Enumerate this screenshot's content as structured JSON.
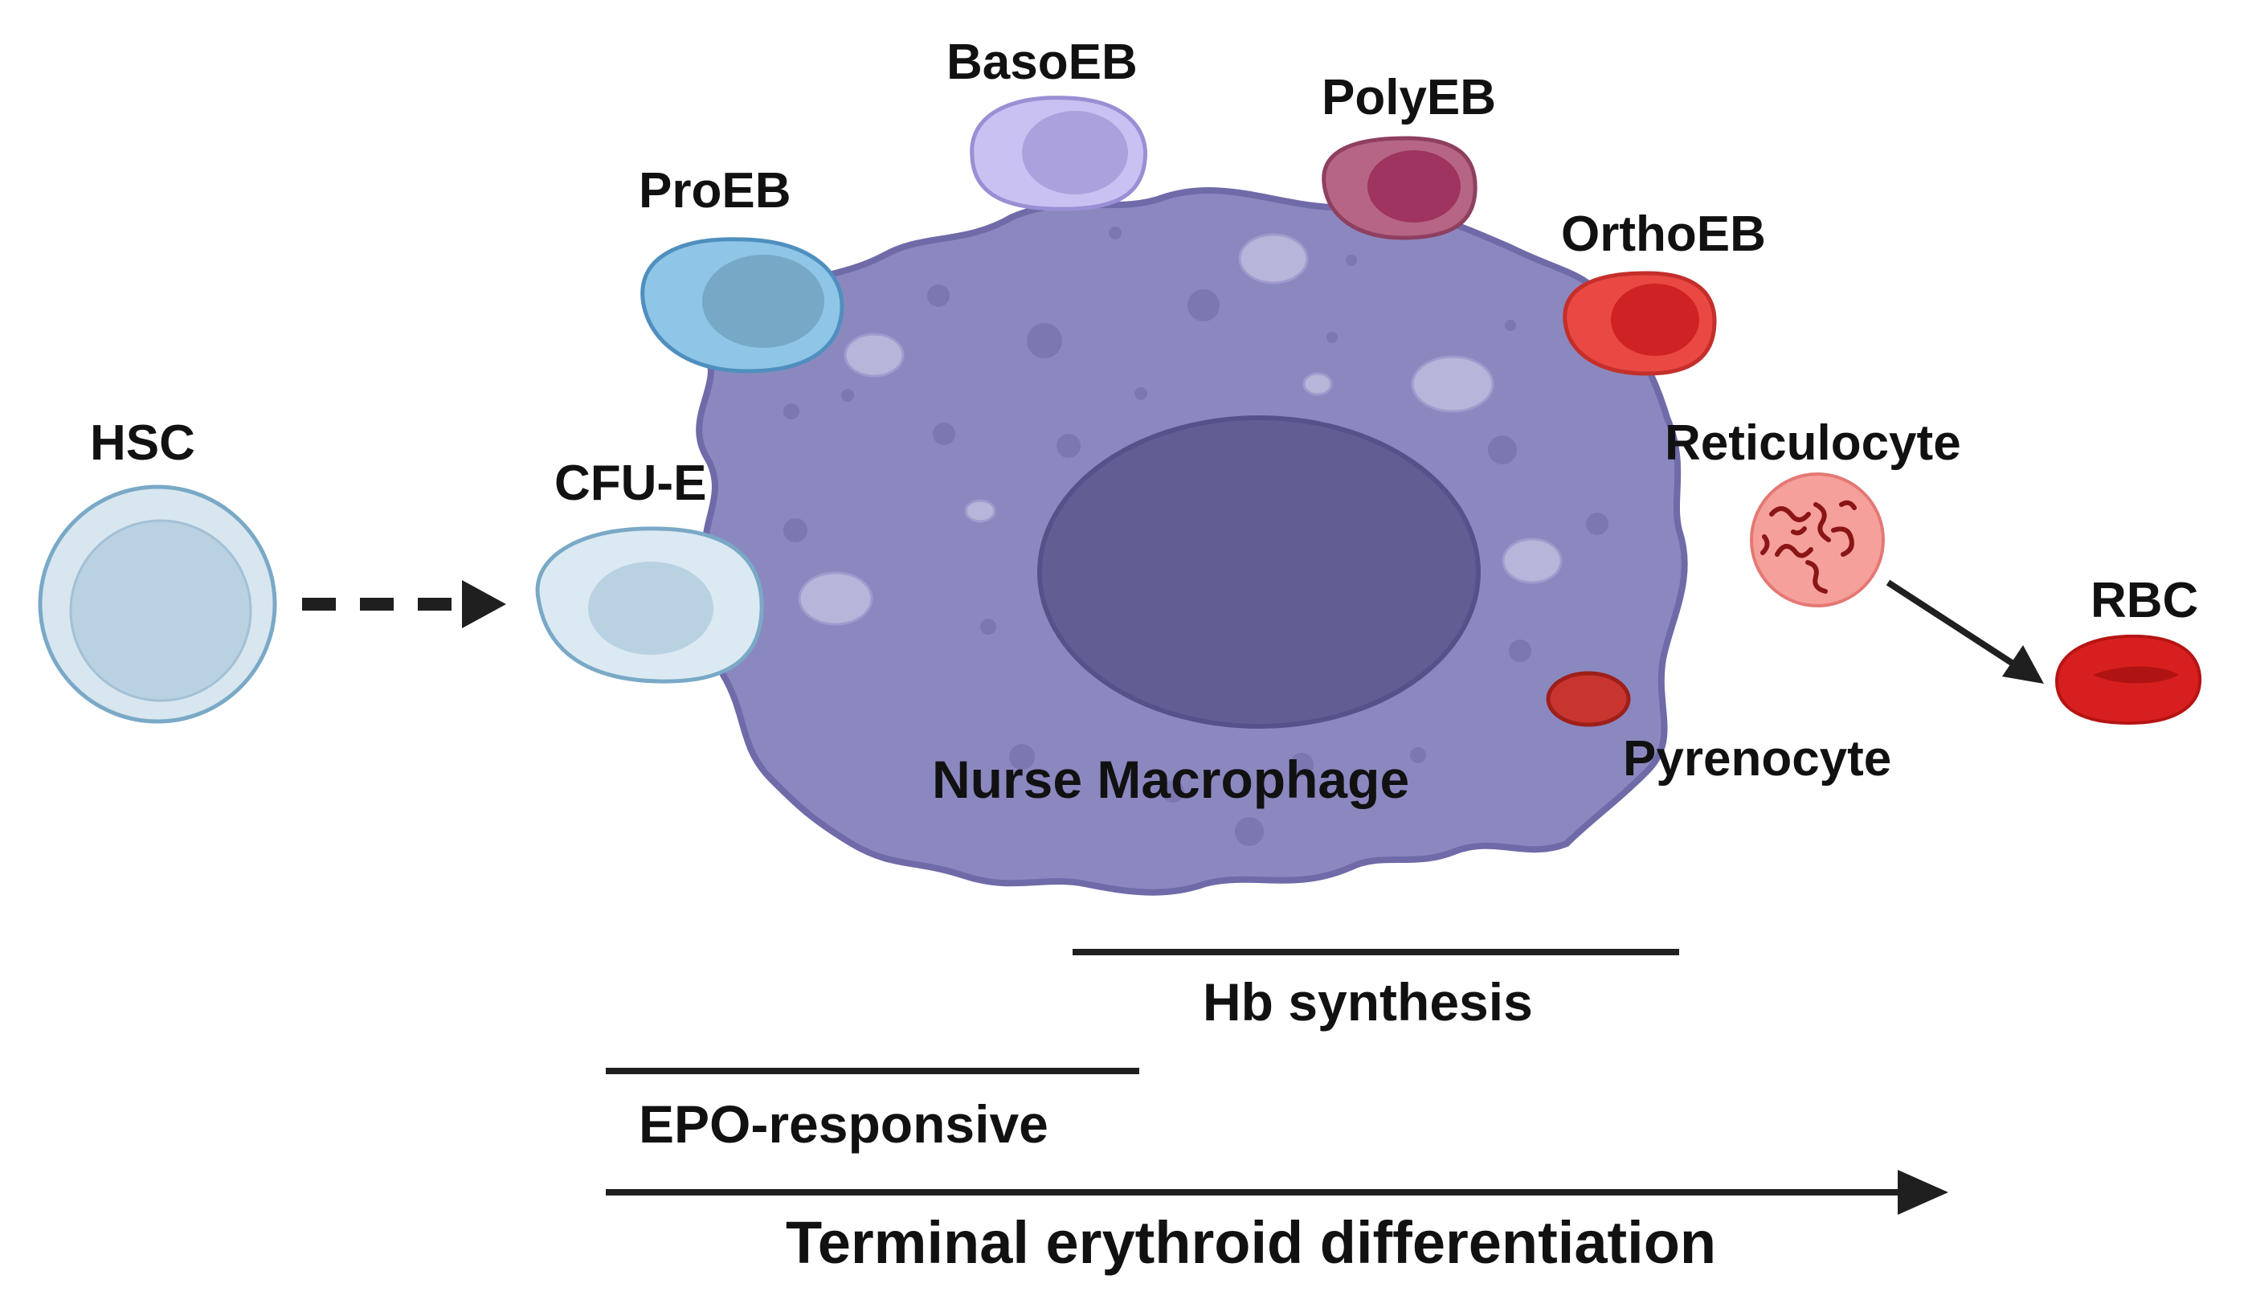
{
  "cells": {
    "hsc": "HSC",
    "cfu_e": "CFU-E",
    "proeb": "ProEB",
    "basoeb": "BasoEB",
    "polyeb": "PolyEB",
    "orthoeb": "OrthoEB",
    "reticulocyte": "Reticulocyte",
    "rbc": "RBC",
    "pyrenocyte": "Pyrenocyte",
    "nurse_macrophage": "Nurse Macrophage"
  },
  "processes": {
    "hb_synthesis": "Hb synthesis",
    "epo_responsive": "EPO-responsive",
    "terminal_differentiation": "Terminal erythroid differentiation"
  },
  "colors": {
    "macrophage": "#8b88c0",
    "macrophage_outline": "#6f6aa8",
    "macrophage_nucleus": "#625e93",
    "hsc": "#d3e2ec",
    "proeb": "#8fc5e6",
    "basoeb": "#c5bdf0",
    "polyeb": "#b05a7c",
    "orthoeb": "#e53a35",
    "reticulocyte": "#f59c99",
    "rbc": "#d81f1f"
  }
}
